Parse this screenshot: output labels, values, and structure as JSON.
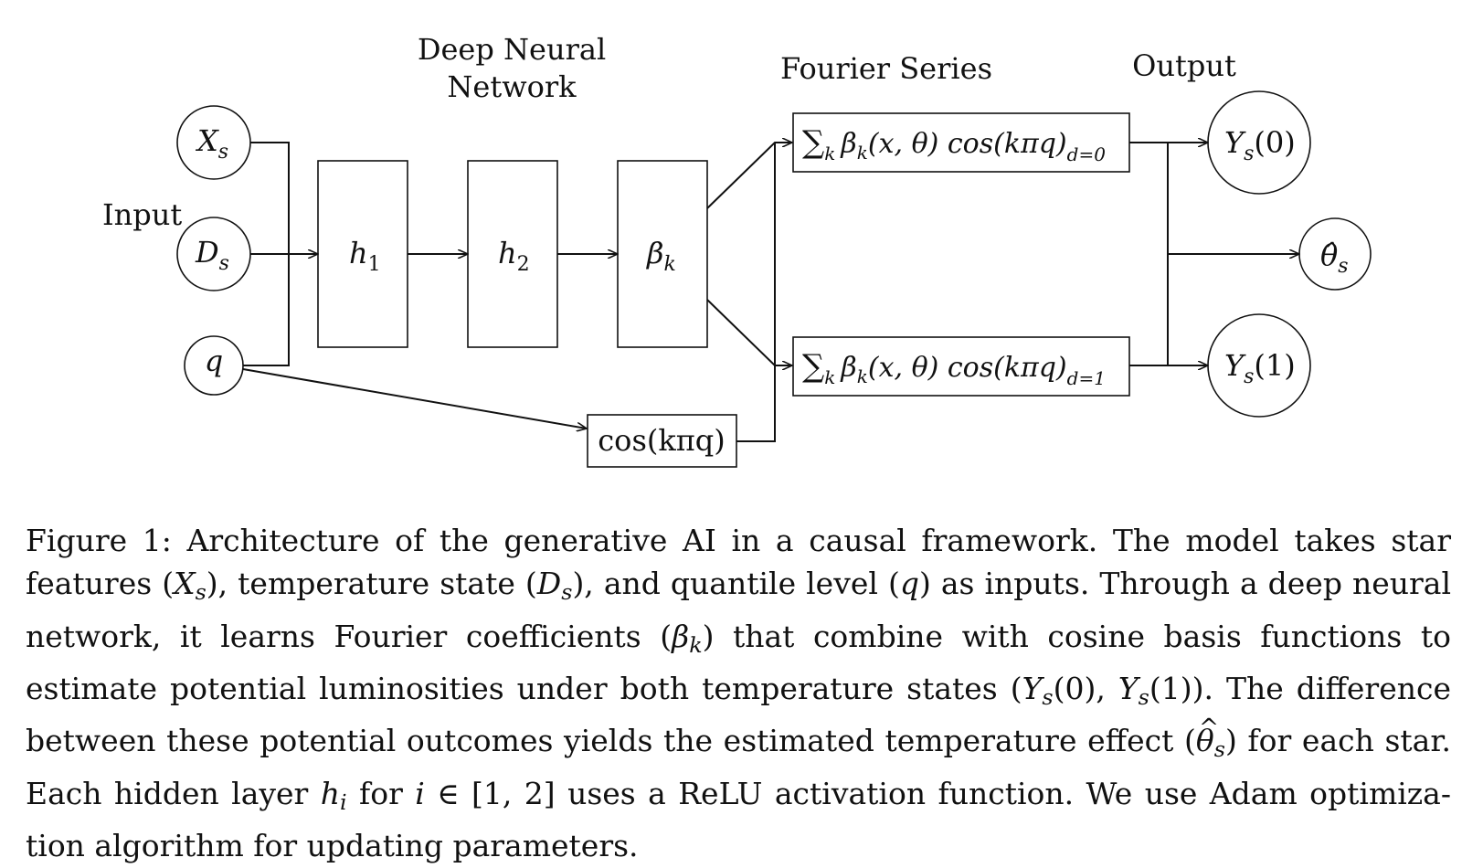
{
  "labels": {
    "input": "Input",
    "dnn_line1": "Deep Neural",
    "dnn_line2": "Network",
    "fourier": "Fourier Series",
    "output": "Output"
  },
  "input_nodes": [
    {
      "base": "X",
      "sub": "s"
    },
    {
      "base": "D",
      "sub": "s"
    },
    {
      "base": "q",
      "sub": ""
    }
  ],
  "hidden_layers": [
    {
      "base": "h",
      "sub": "1"
    },
    {
      "base": "h",
      "sub": "2"
    },
    {
      "base": "β",
      "sub": "k"
    }
  ],
  "cos_box": "cos(kπq)",
  "fourier_boxes": [
    {
      "sum": "∑",
      "sum_sub": "k",
      "beta": "β",
      "beta_sub": "k",
      "args": "(x, θ) cos(kπq)",
      "cond": "d=0"
    },
    {
      "sum": "∑",
      "sum_sub": "k",
      "beta": "β",
      "beta_sub": "k",
      "args": "(x, θ) cos(kπq)",
      "cond": "d=1"
    }
  ],
  "output_nodes": [
    {
      "base": "Y",
      "sub": "s",
      "arg": "(0)"
    },
    {
      "base": "θ̂",
      "sub": "s",
      "arg": ""
    },
    {
      "base": "Y",
      "sub": "s",
      "arg": "(1)"
    }
  ],
  "caption": {
    "s1": "Figure 1: Architecture of the generative AI in a causal framework. The model takes star features (",
    "v_X": "X",
    "v_s1": "s",
    "s2": "), temperature state (",
    "v_D": "D",
    "v_s2": "s",
    "s3": "), and quantile level (",
    "v_q": "q",
    "s4": ") as inputs. Through a deep neural network, it learns Fourier coefficients (",
    "v_beta": "β",
    "v_k": "k",
    "s5": ") that combine with cosine basis functions to estimate potential luminosities under both temperature states (",
    "v_Y0": "Y",
    "v_s3": "s",
    "v_arg0": "(0), ",
    "v_Y1": "Y",
    "v_s4": "s",
    "v_arg1": "(1)",
    "s6": "). The difference between these potential outcomes yields the estimated temperature effect (",
    "v_theta": "θ",
    "v_s5": "s",
    "s7": ") for each star. Each hidden layer ",
    "v_h": "h",
    "v_i": "i",
    "s8": " for ",
    "v_i2": "i",
    "s9": " ∈ [1, 2] uses a ReLU activation function. We use Adam optimiza-tion algorithm for updating parameters."
  }
}
